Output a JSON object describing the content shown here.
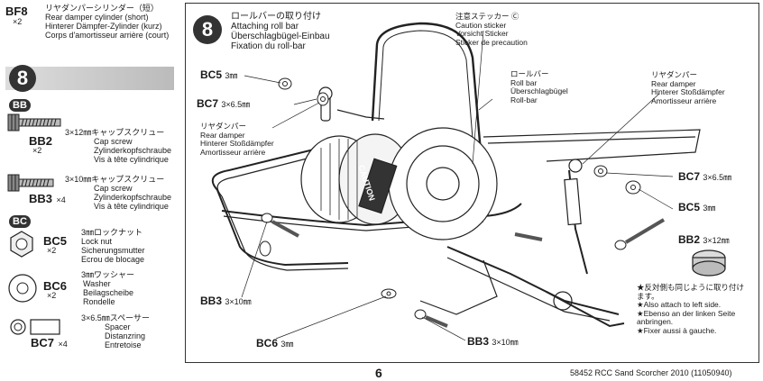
{
  "top_part": {
    "code": "BF8",
    "qty": "×2",
    "desc": [
      "リヤダンパーシリンダー（短）",
      "Rear damper cylinder (short)",
      "Hinterer Dämpfer-Zylinder (kurz)",
      "Corps d'amortisseur arrière (court)"
    ]
  },
  "step_header": {
    "number": "8"
  },
  "bag_bb": "BB",
  "bag_bc": "BC",
  "parts": [
    {
      "code": "BB2",
      "qty": "×2",
      "desc": [
        "3×12㎜キャップスクリュー",
        "Cap screw",
        "Zylinderkopfschraube",
        "Vis à tête cylindrique"
      ]
    },
    {
      "code": "BB3",
      "qty": "×4",
      "desc": [
        "3×10㎜キャップスクリュー",
        "Cap screw",
        "Zylinderkopfschraube",
        "Vis à tête cylindrique"
      ]
    },
    {
      "code": "BC5",
      "qty": "×2",
      "desc": [
        "3㎜ロックナット",
        "Lock nut",
        "Sicherungsmutter",
        "Ecrou de blocage"
      ]
    },
    {
      "code": "BC6",
      "qty": "×2",
      "desc": [
        "3㎜ワッシャー",
        "Washer",
        "Beilagscheibe",
        "Rondelle"
      ]
    },
    {
      "code": "BC7",
      "qty": "×4",
      "desc": [
        "3×6.5㎜スペーサー",
        "Spacer",
        "Distanzring",
        "Entretoise"
      ]
    }
  ],
  "step": {
    "number": "8",
    "title": [
      "ロールバーの取り付け",
      "Attaching roll bar",
      "Überschlagbügel-Einbau",
      "Fixation du roll-bar"
    ]
  },
  "callouts": {
    "caution": [
      "注意ステッカー Ⓒ",
      "Caution sticker",
      "Vorsicht Sticker",
      "Sticker de precaution"
    ],
    "rollbar": [
      "ロールバー",
      "Roll bar",
      "Überschlagbügel",
      "Roll-bar"
    ],
    "damper_left": [
      "リヤダンパー",
      "Rear damper",
      "Hinterer Stoßdämpfer",
      "Amortisseur arrière"
    ],
    "damper_right": [
      "リヤダンパー",
      "Rear damper",
      "Hinterer Stoßdämpfer",
      "Amortisseur arrière"
    ]
  },
  "labels": {
    "bc5_left": "BC5",
    "bc5_left_sz": "3㎜",
    "bc7_left": "BC7",
    "bc7_left_sz": "3×6.5㎜",
    "bc7_right": "BC7",
    "bc7_right_sz": "3×6.5㎜",
    "bc5_right": "BC5",
    "bc5_right_sz": "3㎜",
    "bb2_right": "BB2",
    "bb2_right_sz": "3×12㎜",
    "bb3_left": "BB3",
    "bb3_left_sz": "3×10㎜",
    "bc6_bottom": "BC6",
    "bc6_bottom_sz": "3㎜",
    "bb3_bottom": "BB3",
    "bb3_bottom_sz": "3×10㎜"
  },
  "sticker_text": "CAUTION",
  "note": [
    "★反対側も同じように取り付けます。",
    "★Also attach to left side.",
    "★Ebenso an der linken Seite anbringen.",
    "★Fixer aussi à gauche."
  ],
  "page_number": "6",
  "footer": "58452 RCC Sand Scorcher 2010 (11050940)"
}
